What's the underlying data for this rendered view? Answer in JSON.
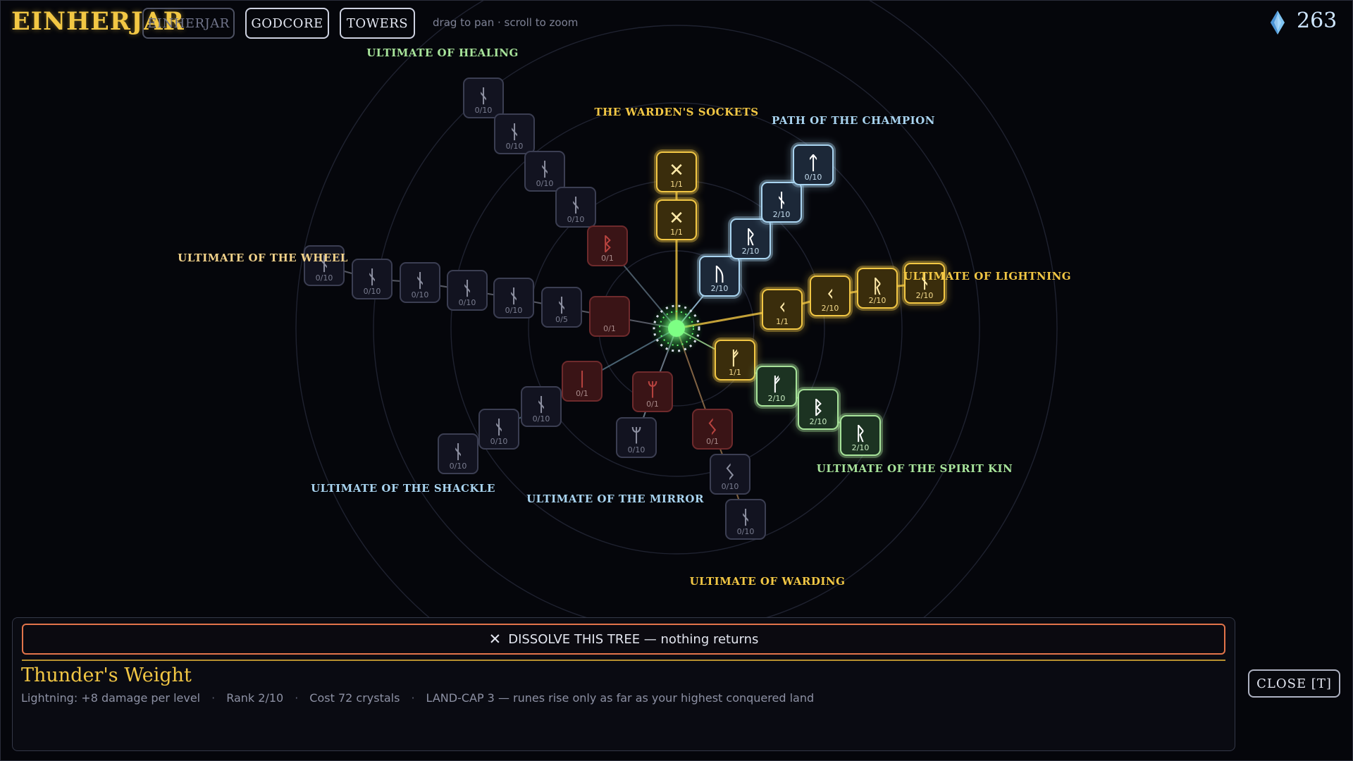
{
  "app": {
    "logo": "EINHERJAR"
  },
  "tabs": [
    {
      "label": "EINHERJAR",
      "state": "inactive"
    },
    {
      "label": "GODCORE",
      "state": "active"
    },
    {
      "label": "TOWERS",
      "state": "active"
    }
  ],
  "hint": "drag to pan · scroll to zoom",
  "currency": {
    "icon": "crystal-icon",
    "count": "263"
  },
  "colors": {
    "gold": "#f2c744",
    "champion": "#a9d4f0",
    "spirit": "#a7e39a",
    "blood": "#b8433f",
    "locked": "#8c8fa0",
    "warning": "#e2744a"
  },
  "labels": [
    {
      "text": "ULTIMATE OF HEALING",
      "color": "#a7e39a"
    },
    {
      "text": "THE WARDEN'S SOCKETS",
      "color": "#f2c744"
    },
    {
      "text": "PATH OF THE CHAMPION",
      "color": "#a9d4f0"
    },
    {
      "text": "ULTIMATE OF THE WHEEL",
      "color": "#f2d28a"
    },
    {
      "text": "ULTIMATE OF LIGHTNING",
      "color": "#f2c744"
    },
    {
      "text": "ULTIMATE OF THE SPIRIT KIN",
      "color": "#a7e39a"
    },
    {
      "text": "ULTIMATE OF THE SHACKLE",
      "color": "#a9d4f0"
    },
    {
      "text": "ULTIMATE OF THE MIRROR",
      "color": "#a9d4f0"
    },
    {
      "text": "ULTIMATE OF WARDING",
      "color": "#f2c744"
    }
  ],
  "nodes": [
    {
      "id": "h1",
      "rune": "ᚾ",
      "level": "0/10",
      "style": "locked"
    },
    {
      "id": "h2",
      "rune": "ᚾ",
      "level": "0/10",
      "style": "locked"
    },
    {
      "id": "h3",
      "rune": "ᚾ",
      "level": "0/10",
      "style": "locked"
    },
    {
      "id": "h4",
      "rune": "ᚾ",
      "level": "0/10",
      "style": "locked"
    },
    {
      "id": "h5",
      "rune": "ᛒ",
      "level": "0/1",
      "style": "blood"
    },
    {
      "id": "w1",
      "rune": "✕",
      "level": "1/1",
      "style": "gold"
    },
    {
      "id": "w2",
      "rune": "✕",
      "level": "1/1",
      "style": "gold"
    },
    {
      "id": "c1",
      "rune": "ᚢ",
      "level": "2/10",
      "style": "champion"
    },
    {
      "id": "c2",
      "rune": "ᚱ",
      "level": "2/10",
      "style": "champion"
    },
    {
      "id": "c3",
      "rune": "ᚾ",
      "level": "2/10",
      "style": "champion"
    },
    {
      "id": "c4",
      "rune": "ᛏ",
      "level": "0/10",
      "style": "champion"
    },
    {
      "id": "l1",
      "rune": "ᚲ",
      "level": "1/1",
      "style": "gold"
    },
    {
      "id": "l2",
      "rune": "ᚲ",
      "level": "2/10",
      "style": "gold"
    },
    {
      "id": "l3",
      "rune": "ᚱ",
      "level": "2/10",
      "style": "gold"
    },
    {
      "id": "l4",
      "rune": "ᚾ",
      "level": "2/10",
      "style": "gold"
    },
    {
      "id": "s1",
      "rune": "ᚠ",
      "level": "1/1",
      "style": "gold"
    },
    {
      "id": "s2",
      "rune": "ᚠ",
      "level": "2/10",
      "style": "spirit"
    },
    {
      "id": "s3",
      "rune": "ᛒ",
      "level": "2/10",
      "style": "spirit"
    },
    {
      "id": "s4",
      "rune": "ᚱ",
      "level": "2/10",
      "style": "spirit"
    },
    {
      "id": "d1",
      "rune": "ᛊ",
      "level": "0/1",
      "style": "blood"
    },
    {
      "id": "d2",
      "rune": "ᛊ",
      "level": "0/10",
      "style": "locked"
    },
    {
      "id": "d3",
      "rune": "ᚾ",
      "level": "0/10",
      "style": "locked"
    },
    {
      "id": "m1",
      "rune": "ᛘ",
      "level": "0/1",
      "style": "blood"
    },
    {
      "id": "m2",
      "rune": "ᛘ",
      "level": "0/10",
      "style": "locked"
    },
    {
      "id": "k1",
      "rune": "ᛁ",
      "level": "0/1",
      "style": "blood"
    },
    {
      "id": "k2",
      "rune": "ᚾ",
      "level": "0/10",
      "style": "locked"
    },
    {
      "id": "k3",
      "rune": "ᚾ",
      "level": "0/10",
      "style": "locked"
    },
    {
      "id": "k4",
      "rune": "ᚾ",
      "level": "0/10",
      "style": "locked"
    },
    {
      "id": "e1",
      "rune": "",
      "level": "0/1",
      "style": "blood"
    },
    {
      "id": "e2",
      "rune": "ᚾ",
      "level": "0/5",
      "style": "locked"
    },
    {
      "id": "e3",
      "rune": "ᚾ",
      "level": "0/10",
      "style": "locked"
    },
    {
      "id": "e4",
      "rune": "ᚾ",
      "level": "0/10",
      "style": "locked"
    },
    {
      "id": "e5",
      "rune": "ᚾ",
      "level": "0/10",
      "style": "locked"
    },
    {
      "id": "e6",
      "rune": "ᚾ",
      "level": "0/10",
      "style": "locked"
    },
    {
      "id": "e7",
      "rune": "ᚾ",
      "level": "0/10",
      "style": "locked"
    }
  ],
  "panel": {
    "dissolve_icon": "x-icon",
    "dissolve_label": "DISSOLVE THIS TREE — nothing returns",
    "title": "Thunder's Weight",
    "desc": [
      "Lightning: +8 damage per level",
      "Rank 2/10",
      "Cost 72 crystals",
      "LAND-CAP 3 — runes rise only as far as your highest conquered land"
    ],
    "separator": "·"
  },
  "close_label": "CLOSE [T]"
}
